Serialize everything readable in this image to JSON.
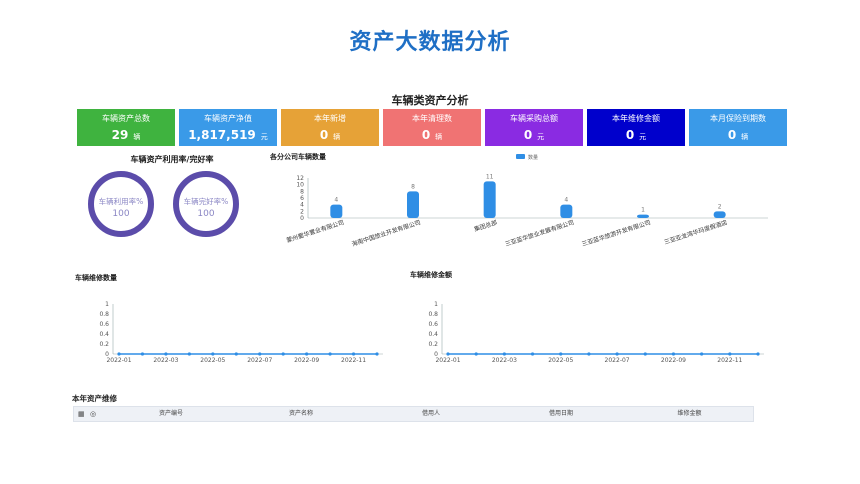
{
  "page": {
    "title": "资产大数据分析",
    "section_title": "车辆类资产分析"
  },
  "cards": [
    {
      "label": "车辆资产总数",
      "value": "29",
      "unit": "辆",
      "color": "#3fb33f"
    },
    {
      "label": "车辆资产净值",
      "value": "1,817,519",
      "unit": "元",
      "color": "#3a9ae8"
    },
    {
      "label": "本年新增",
      "value": "0",
      "unit": "辆",
      "color": "#e6a237"
    },
    {
      "label": "本年清理数",
      "value": "0",
      "unit": "辆",
      "color": "#f07373"
    },
    {
      "label": "车辆采购总额",
      "value": "0",
      "unit": "元",
      "color": "#8a2be2"
    },
    {
      "label": "本年维修金额",
      "value": "0",
      "unit": "元",
      "color": "#0000cc"
    },
    {
      "label": "本月保险到期数",
      "value": "0",
      "unit": "辆",
      "color": "#3a9ae8"
    }
  ],
  "donuts": {
    "title": "车辆资产利用率/完好率",
    "items": [
      {
        "label": "车辆利用率%",
        "value": "100"
      },
      {
        "label": "车辆完好率%",
        "value": "100"
      }
    ]
  },
  "chart_data": [
    {
      "type": "bar",
      "title": "各分公司车辆数量",
      "legend": "数量",
      "categories": [
        "蒙州蜀华置业有限公司",
        "海南中国旅业开发有限公司",
        "集团总部",
        "三亚蓝华旅业发展有限公司",
        "三亚蓝华旅游开发有限公司",
        "三亚亚龙湾华玛度假酒店"
      ],
      "values": [
        4,
        8,
        11,
        4,
        1,
        2
      ],
      "ylim": [
        0,
        12
      ],
      "yticks": [
        0,
        2,
        4,
        6,
        8,
        10,
        12
      ],
      "color": "#2f8ee5"
    },
    {
      "type": "line",
      "title": "车辆维修数量",
      "x": [
        "2022-01",
        "2022-02",
        "2022-03",
        "2022-04",
        "2022-05",
        "2022-06",
        "2022-07",
        "2022-08",
        "2022-09",
        "2022-10",
        "2022-11",
        "2022-12"
      ],
      "xticks": [
        "2022-01",
        "2022-03",
        "2022-05",
        "2022-07",
        "2022-09",
        "2022-11"
      ],
      "values": [
        0,
        0,
        0,
        0,
        0,
        0,
        0,
        0,
        0,
        0,
        0,
        0
      ],
      "ylim": [
        0,
        1
      ],
      "yticks": [
        "0",
        "0.2",
        "0.4",
        "0.6",
        "0.8",
        "1"
      ],
      "color": "#2f8ee5"
    },
    {
      "type": "line",
      "title": "车辆维修金额",
      "x": [
        "2022-01",
        "2022-02",
        "2022-03",
        "2022-04",
        "2022-05",
        "2022-06",
        "2022-07",
        "2022-08",
        "2022-09",
        "2022-10",
        "2022-11",
        "2022-12"
      ],
      "xticks": [
        "2022-01",
        "2022-03",
        "2022-05",
        "2022-07",
        "2022-09",
        "2022-11"
      ],
      "values": [
        0,
        0,
        0,
        0,
        0,
        0,
        0,
        0,
        0,
        0,
        0,
        0
      ],
      "ylim": [
        0,
        1
      ],
      "yticks": [
        "0",
        "0.2",
        "0.4",
        "0.6",
        "0.8",
        "1"
      ],
      "color": "#2f8ee5"
    }
  ],
  "table": {
    "title": "本年资产维修",
    "icons": [
      "grid-icon",
      "eye-icon"
    ],
    "columns": [
      "资产编号",
      "资产名称",
      "借用人",
      "借用日期",
      "维修金额"
    ]
  }
}
